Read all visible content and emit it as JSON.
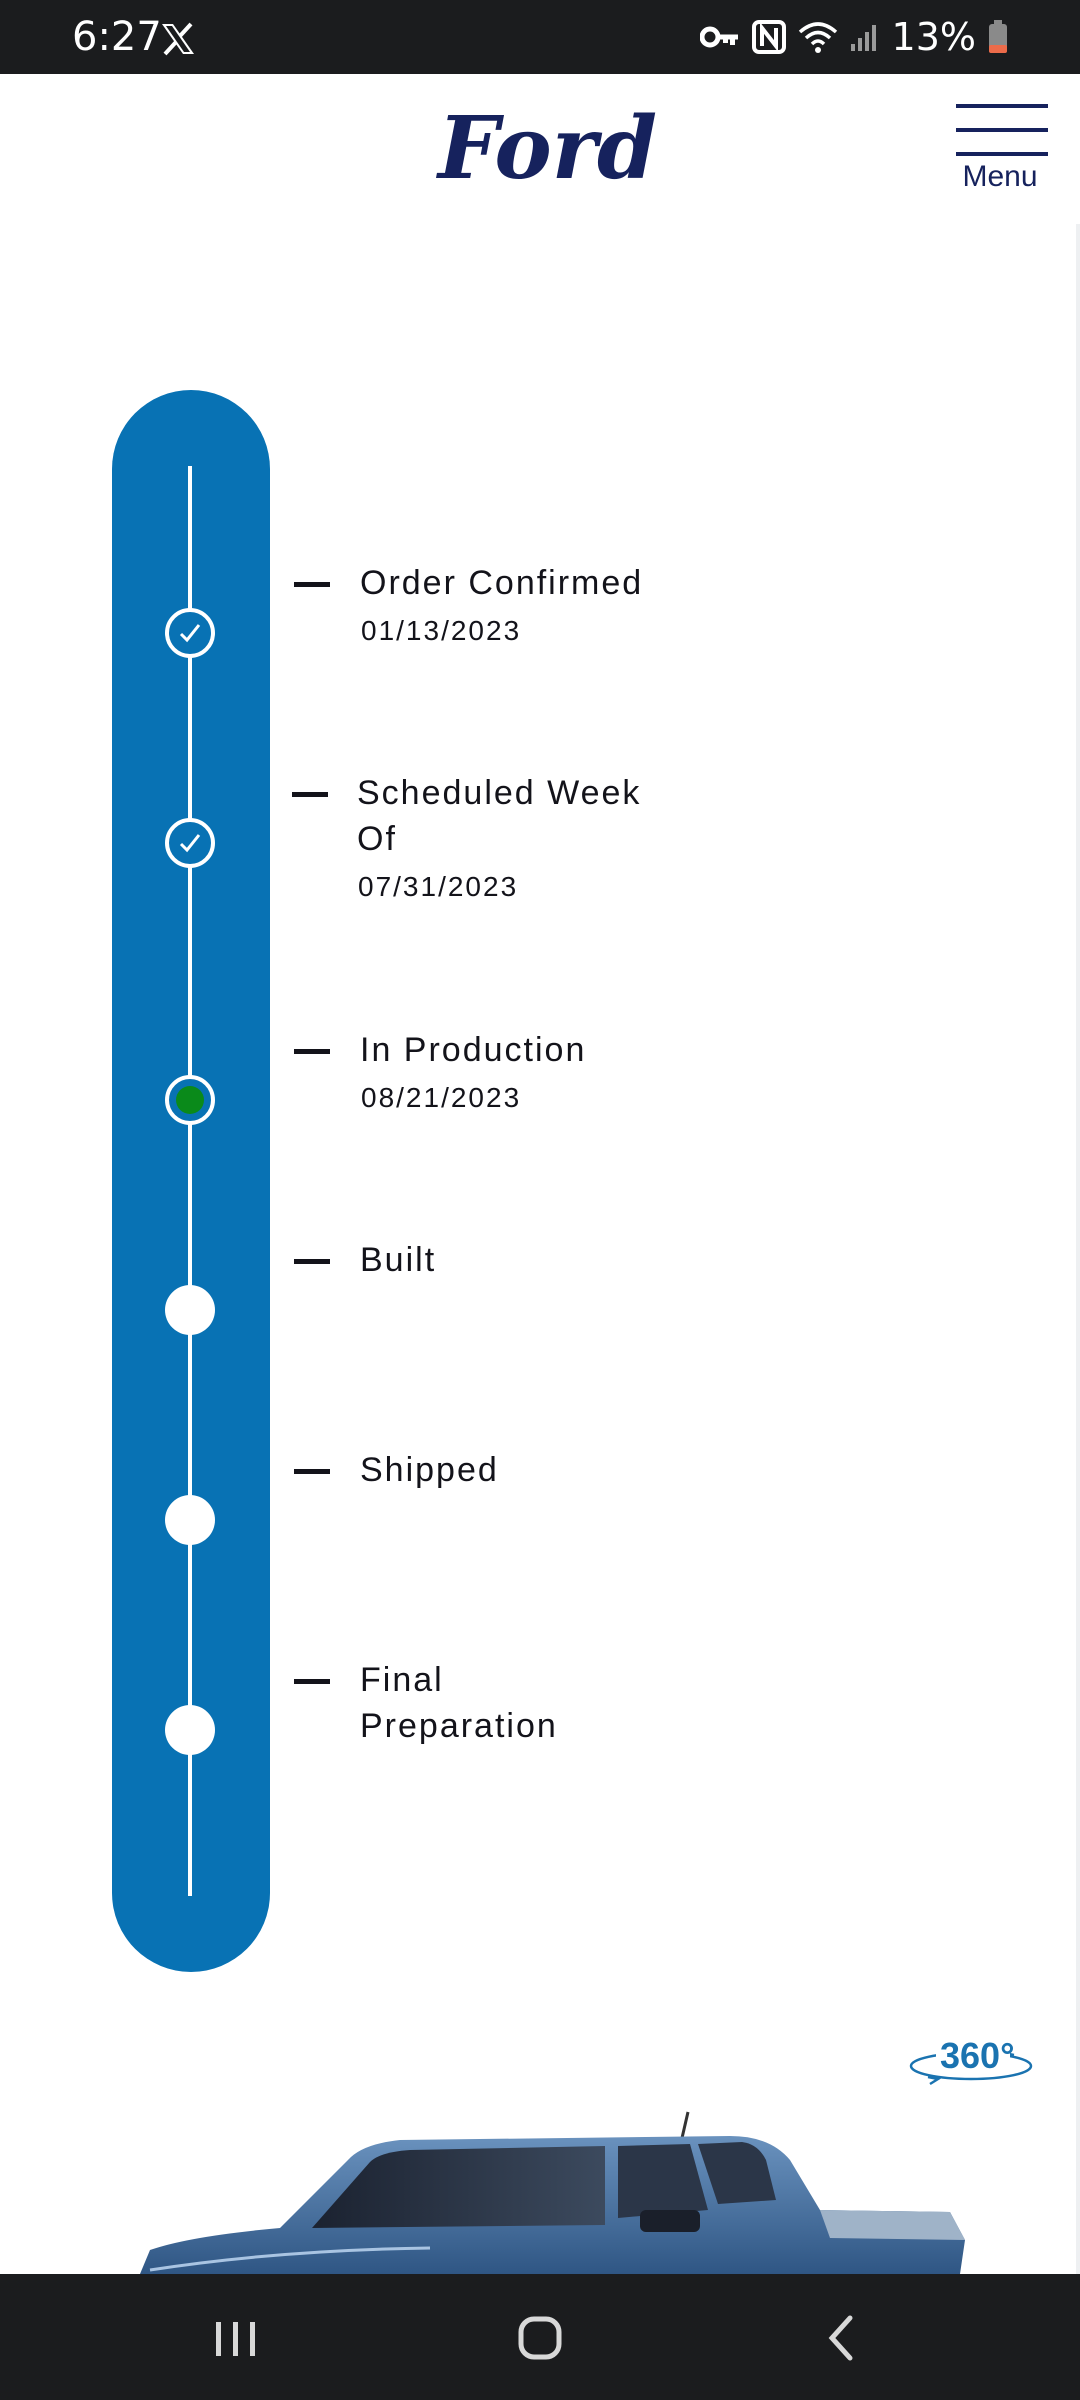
{
  "status_bar": {
    "time": "6:27",
    "battery_percent": "13%",
    "icons": [
      "x-app-icon",
      "vpn-key-icon",
      "nfc-icon",
      "wifi-icon",
      "signal-icon",
      "battery-low-icon"
    ]
  },
  "header": {
    "logo_text": "Ford",
    "menu_label": "Menu"
  },
  "timeline": {
    "steps": [
      {
        "title": "Order Confirmed",
        "date": "01/13/2023",
        "state": "complete"
      },
      {
        "title": "Scheduled Week Of",
        "date": "07/31/2023",
        "state": "complete"
      },
      {
        "title": "In Production",
        "date": "08/21/2023",
        "state": "current"
      },
      {
        "title": "Built",
        "date": "",
        "state": "pending"
      },
      {
        "title": "Shipped",
        "date": "",
        "state": "pending"
      },
      {
        "title": "Final Preparation",
        "date": "",
        "state": "pending"
      }
    ]
  },
  "vehicle": {
    "view_360_label": "360°"
  },
  "colors": {
    "ford_blue": "#16225d",
    "timeline_blue": "#0872b4",
    "current_green": "#0a8a1a",
    "system_bar": "#1b1c1e"
  }
}
